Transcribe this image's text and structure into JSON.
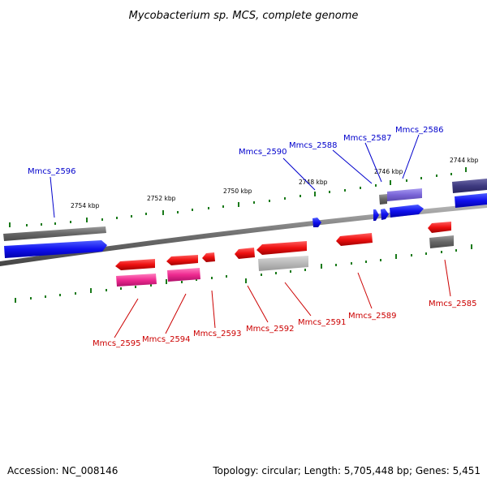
{
  "title": "Mycobacterium sp. MCS, complete genome",
  "footer": {
    "accession": "Accession: NC_008146",
    "stats": "Topology: circular; Length: 5,705,448 bp; Genes: 5,451"
  },
  "colors": {
    "forward_label": "#0000cc",
    "reverse_label": "#cc0000",
    "tick_green": "#1a7a1a",
    "backbone": "#7a7a7a"
  },
  "ticks": [
    {
      "label": "2754 kbp"
    },
    {
      "label": "2752 kbp"
    },
    {
      "label": "2750 kbp"
    },
    {
      "label": "2748 kbp"
    },
    {
      "label": "2746 kbp"
    },
    {
      "label": "2744 kbp"
    }
  ],
  "genes_forward": [
    {
      "name": "Mmcs_2596"
    },
    {
      "name": "Mmcs_2590"
    },
    {
      "name": "Mmcs_2588"
    },
    {
      "name": "Mmcs_2587"
    },
    {
      "name": "Mmcs_2586"
    }
  ],
  "genes_reverse": [
    {
      "name": "Mmcs_2595"
    },
    {
      "name": "Mmcs_2594"
    },
    {
      "name": "Mmcs_2593"
    },
    {
      "name": "Mmcs_2592"
    },
    {
      "name": "Mmcs_2591"
    },
    {
      "name": "Mmcs_2589"
    },
    {
      "name": "Mmcs_2585"
    }
  ]
}
